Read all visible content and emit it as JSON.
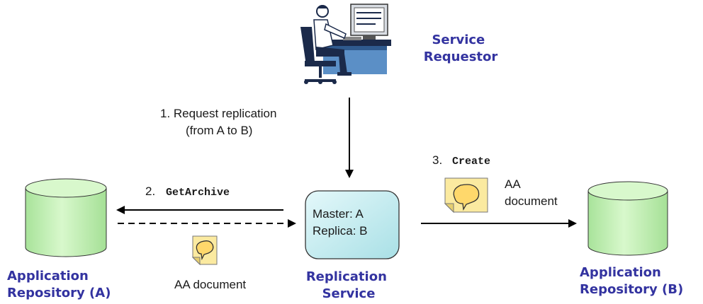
{
  "service_requestor": {
    "line1": "Service",
    "line2": "Requestor"
  },
  "step1": {
    "line1": "1.  Request replication",
    "line2": "(from A to B)"
  },
  "step2": {
    "prefix": "2.",
    "call": "GetArchive"
  },
  "step3": {
    "prefix": "3.",
    "call": "Create"
  },
  "replication_box": {
    "line1": "Master: A",
    "line2": "Replica: B"
  },
  "replication_service": {
    "line1": "Replication",
    "line2": "Service"
  },
  "repo_a": {
    "line1": "Application",
    "line2": "Repository (A)"
  },
  "repo_b": {
    "line1": "Application",
    "line2": "Repository (B)"
  },
  "doc_left": {
    "label": "AA document"
  },
  "doc_right": {
    "line1": "AA",
    "line2": "document"
  },
  "colors": {
    "label_blue": "#3333a0",
    "cylinder_green": "#ccf5c0",
    "service_box": "#c8eef0",
    "doc_yellow": "#fbeaa0"
  }
}
